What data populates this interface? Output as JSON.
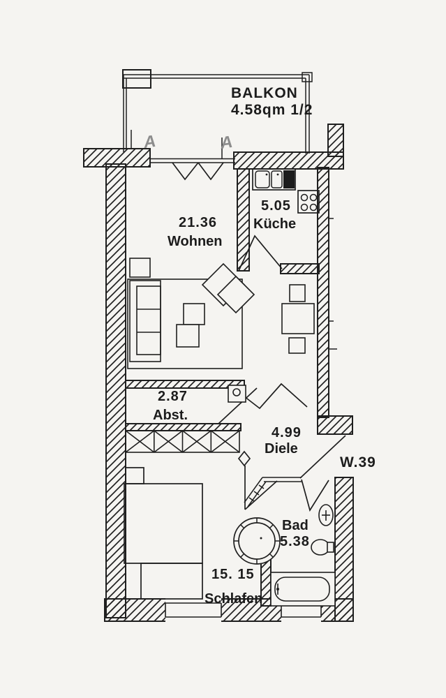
{
  "plan_title": "Apartment floor plan",
  "labels": {
    "balcony_name": "BALKON",
    "balcony_area": "4.58qm 1/2",
    "kitchen_area": "5.05",
    "kitchen_name": "Küche",
    "living_area": "21.36",
    "living_name": "Wohnen",
    "storage_area": "2.87",
    "storage_name": "Abst.",
    "hall_area": "4.99",
    "hall_name": "Diele",
    "unit_number": "W.39",
    "bath_name": "Bad",
    "bath_area": "5.38",
    "bedroom_area": "15. 15",
    "bedroom_name": "Schlafen",
    "section_mark_1": "A",
    "section_mark_2": "A"
  },
  "colors": {
    "paper": "#f5f4f1",
    "ink": "#1f1f1f",
    "section_mark": "#8d8d8d",
    "sink_unit_fill": "#1c1c1c"
  }
}
